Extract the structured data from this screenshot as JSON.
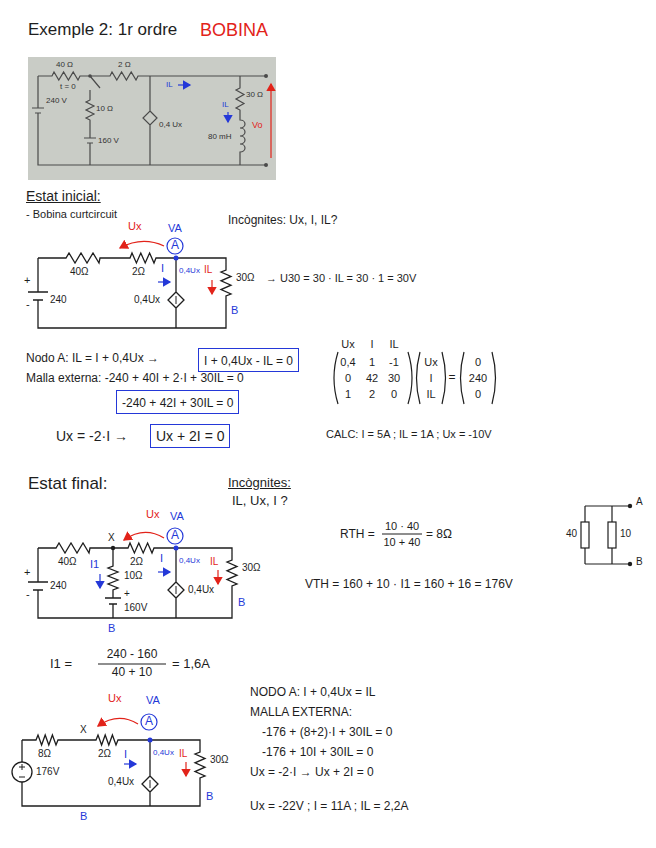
{
  "diagram": {
    "title": "Exemple 2:  1r ordre",
    "nodes": [
      {
        "text": [
          "I + 0,4Ux - IL = 0"
        ]
      },
      {
        "text": [
          "-240 + 42I + 30IL = 0"
        ]
      },
      {
        "text": [
          "Ux + 2I = 0"
        ]
      }
    ],
    "labels": [
      "BOBINA",
      "40 Ω",
      "2 Ω",
      "IL",
      "t = 0",
      "0,4 Ux",
      "240 V",
      "10 Ω",
      "160 V",
      "30 Ω",
      "80 mH",
      "IL",
      "Vo",
      "Estat inicial:",
      "- Bobina curtcircuit",
      "Incògnites: Ux, I, IL?",
      "Ux",
      "VA",
      "A",
      "40Ω",
      "2Ω",
      "I",
      "0,4Ux",
      "IL",
      "30Ω",
      "→ U30 = 30 · IL = 30 · 1 = 30V",
      "+",
      "-",
      "240",
      "0,4Ux",
      "B",
      "Nodo A:  IL = I + 0,4Ux →",
      "Malla externa: -240 + 40I + 2·I + 30IL = 0",
      "Ux = -2·I →",
      "Ux",
      "I",
      "IL",
      "0,4",
      "1",
      "-1",
      "0",
      "42",
      "30",
      "1",
      "2",
      "0",
      "Ux",
      "I",
      "IL",
      "=",
      "0",
      "240",
      "0",
      "CALC:  I = 5A ;  IL = 1A ;  Ux = -10V",
      "Estat final:",
      "Incògnites:",
      "IL, Ux, I ?",
      "X",
      "Ux",
      "VA",
      "A",
      "40Ω",
      "2Ω",
      "I",
      "0,4Ux",
      "IL",
      "30Ω",
      "I1",
      "10Ω",
      "+",
      "-",
      "240",
      "0,4Ux",
      "+",
      "160V",
      "B",
      "B",
      "RTH =",
      "10 · 40",
      "10 + 40",
      "= 8Ω",
      "40",
      "10",
      "A",
      "B",
      "VTH = 160 + 10 · I1 = 160 + 16 = 176V",
      "I1 =",
      "240 - 160",
      "40 + 10",
      "= 1,6A",
      "Ux",
      "VA",
      "A",
      "8Ω",
      "X",
      "2Ω",
      "I",
      "0,4Ux",
      "IL",
      "30Ω",
      "176V",
      "0,4Ux",
      "B",
      "B",
      "NODO A:  I + 0,4Ux = IL",
      "MALLA EXTERNA:",
      "-176 + (8+2)·I + 30IL = 0",
      "-176 + 10I + 30IL = 0",
      "Ux = -2·I → Ux + 2I = 0",
      "Ux = -22V ;  I = 11A ;  IL = 2,2A"
    ]
  }
}
